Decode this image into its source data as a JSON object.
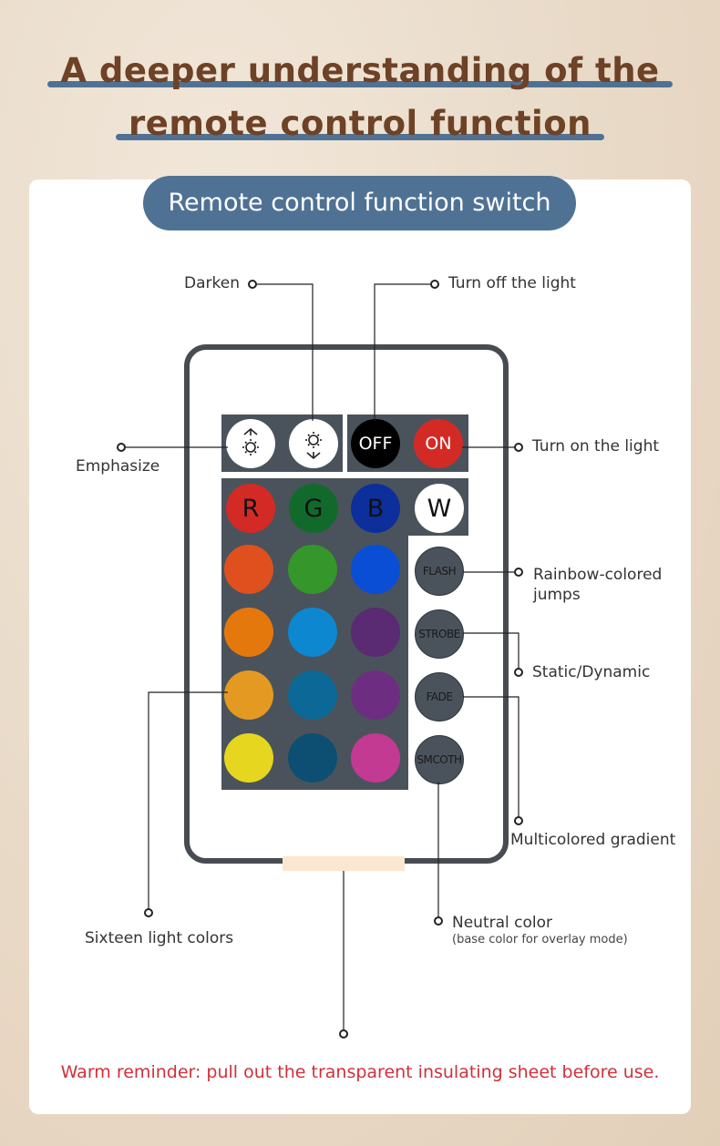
{
  "title": {
    "line1": "A deeper understanding of the",
    "line2": "remote control function"
  },
  "section_header": "Remote control function switch",
  "buttons": {
    "emphasize_icon": "brightness-up-icon",
    "darken_icon": "brightness-down-icon",
    "off": "OFF",
    "on": "ON",
    "r": "R",
    "g": "G",
    "b": "B",
    "w": "W",
    "flash": "FLASH",
    "strobe": "STROBE",
    "fade": "FADE",
    "smooth": "SMCOTH"
  },
  "colors": {
    "off": "#000000",
    "on": "#d42a26",
    "r": "#d42a26",
    "g": "#116a2c",
    "b": "#0d2f9c",
    "w": "#ffffff",
    "grid": [
      "#e0501e",
      "#34962b",
      "#0a4ed6",
      "#e5780d",
      "#0d87cf",
      "#5a2a72",
      "#e49a22",
      "#0c6896",
      "#6d2e82",
      "#e6d620",
      "#0c4f72",
      "#c23a92"
    ]
  },
  "labels": {
    "darken": "Darken",
    "turn_off": "Turn off the light",
    "emphasize": "Emphasize",
    "turn_on": "Turn on the light",
    "rainbow_line1": "Rainbow-colored",
    "rainbow_line2": "jumps",
    "static_dynamic": "Static/Dynamic",
    "multicolored": "Multicolored gradient",
    "sixteen": "Sixteen light colors",
    "neutral": "Neutral color",
    "neutral_sub": "(base color for overlay mode)"
  },
  "reminder": "Warm reminder: pull out the transparent insulating sheet before use."
}
